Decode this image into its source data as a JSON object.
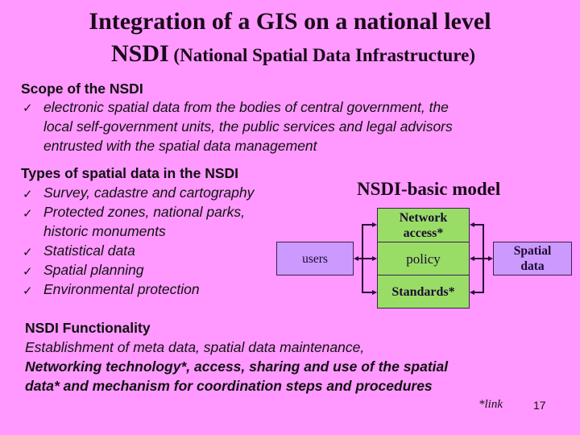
{
  "slide": {
    "title_line1": "Integration of a GIS on a national level",
    "title_line2_main": "NSDI",
    "title_line2_sub": " (National Spatial Data Infrastructure)",
    "background_color": "#ff99ff"
  },
  "scope": {
    "heading": "Scope of the NSDI",
    "check_glyph": "✓",
    "lines": [
      "electronic spatial data from the bodies of central government, the",
      "local self-government units, the public services and legal advisors",
      "entrusted with the spatial data management"
    ]
  },
  "types": {
    "heading": "Types of spatial data in the NSDI",
    "check_glyph": "✓",
    "items": [
      "Survey, cadastre and cartography",
      "Protected zones, national parks,",
      "historic monuments",
      "Statistical data",
      "Spatial planning",
      "Environmental protection"
    ]
  },
  "diagram": {
    "title": "NSDI-basic model",
    "users_label": "users",
    "spatial_data_label_1": "Spatial",
    "spatial_data_label_2": "data",
    "network_label_1": "Network",
    "network_label_2": "access*",
    "policy_label": "policy",
    "standards_label": "Standards*",
    "colors": {
      "side_box": "#cc99ff",
      "center_box": "#99dd66",
      "connector": "#2a0a3a"
    }
  },
  "functionality": {
    "heading": "NSDI Functionality",
    "line1": "Establishment of meta data, spatial data maintenance,",
    "line2": "Networking technology*, access, sharing and use of the spatial",
    "line3": "data* and mechanism for coordination steps and procedures"
  },
  "footer": {
    "link_note": "*link",
    "page_number": "17"
  }
}
